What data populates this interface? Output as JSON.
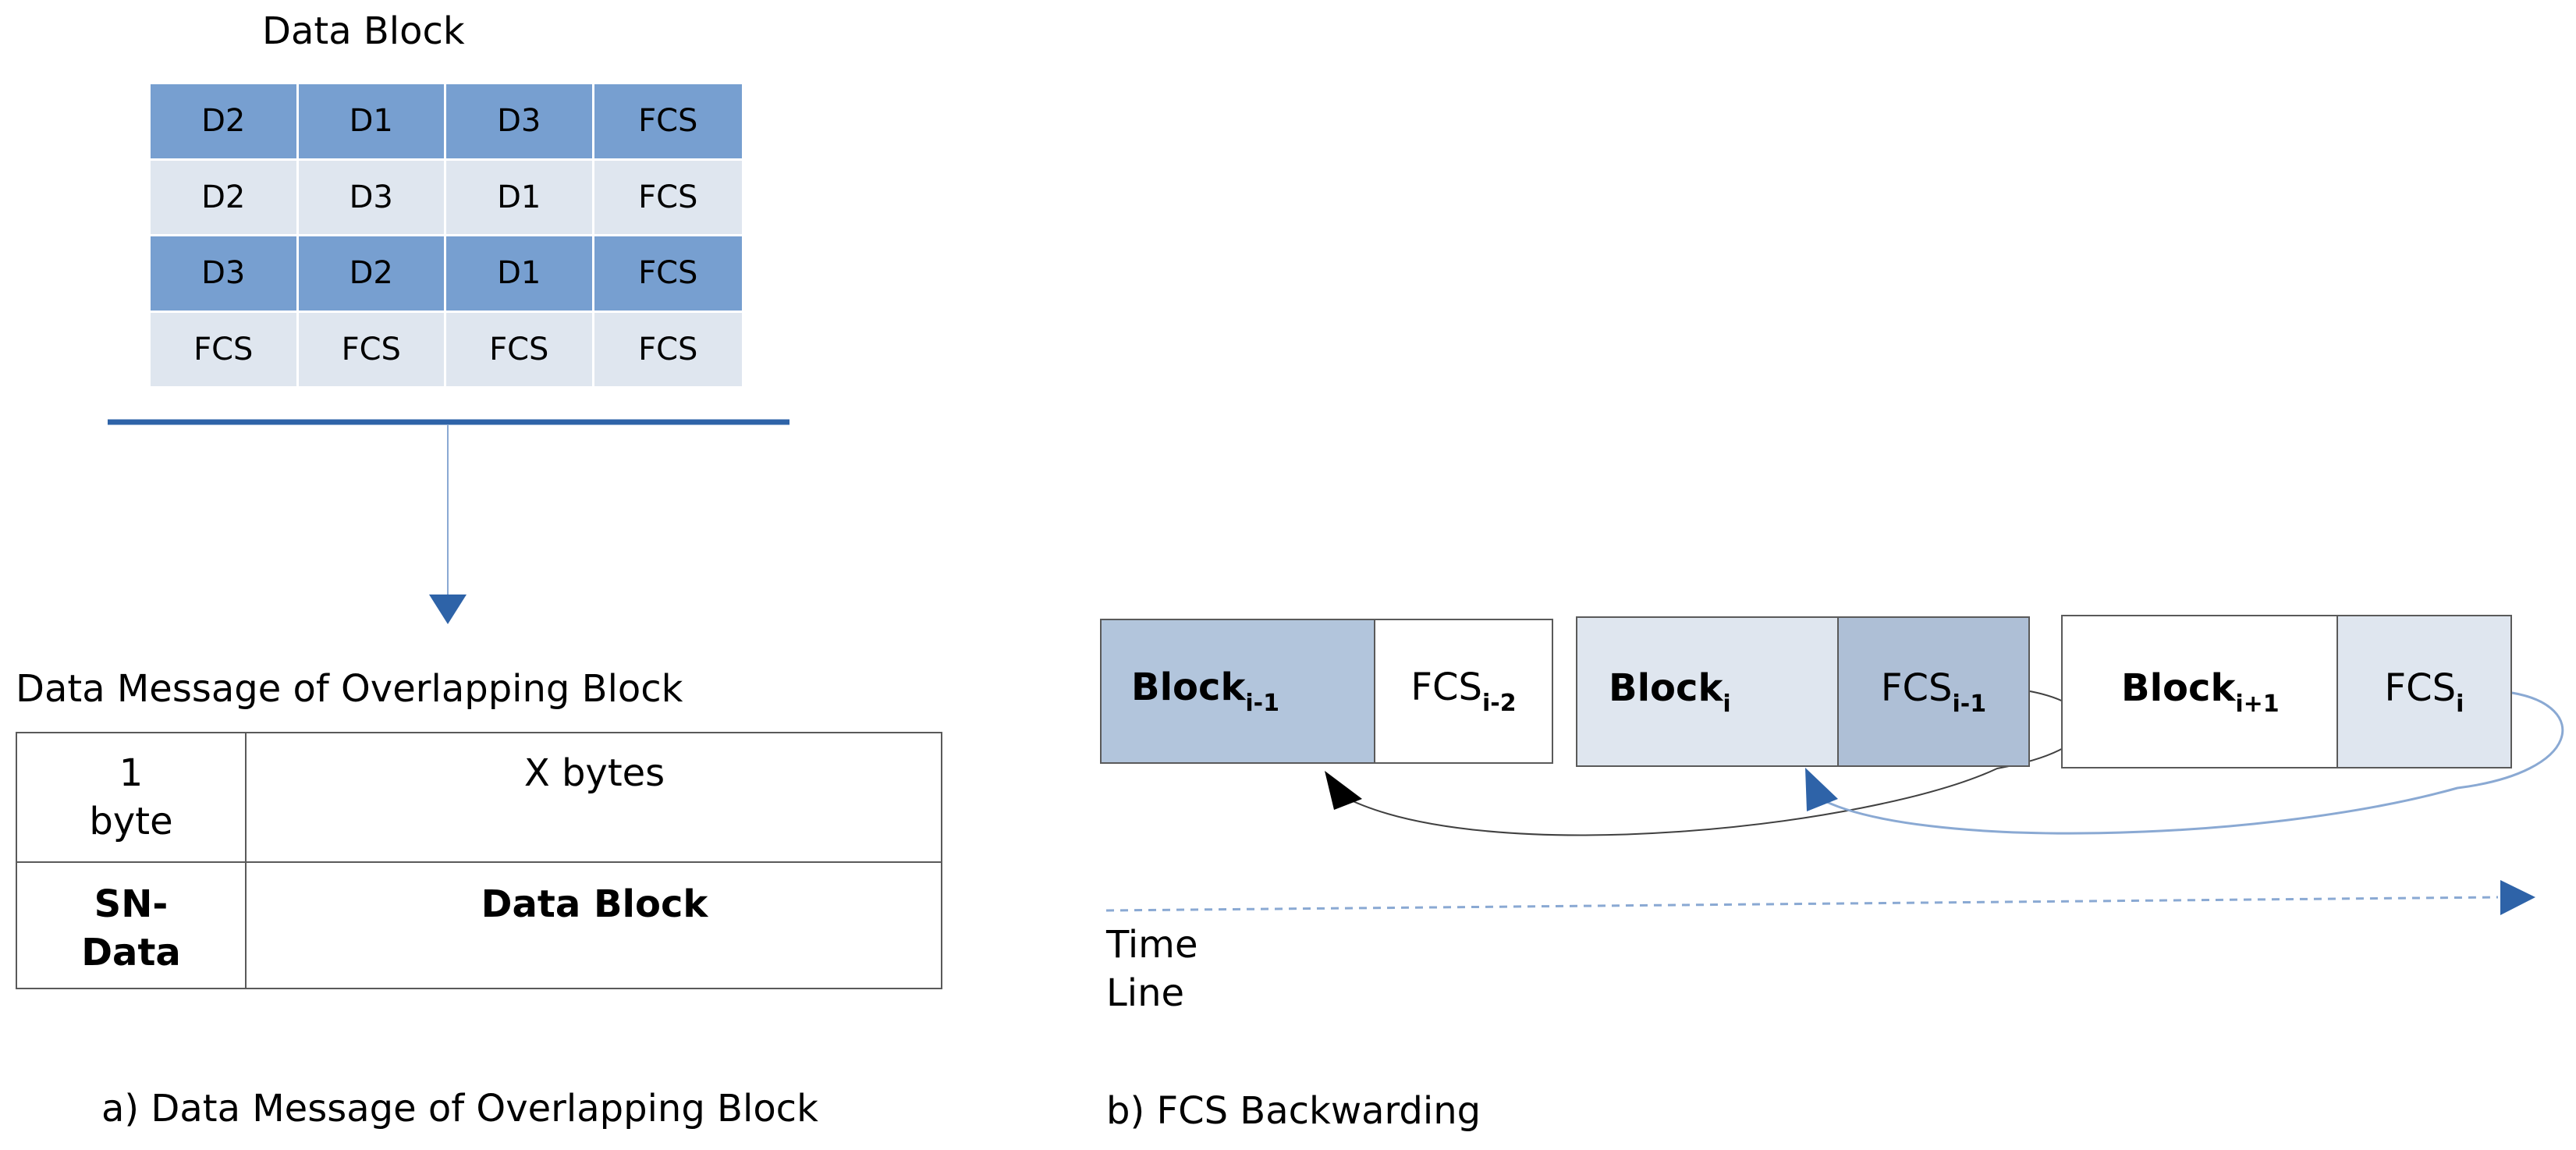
{
  "data_block": {
    "title": "Data Block",
    "rows": [
      [
        "D2",
        "D1",
        "D3",
        "FCS"
      ],
      [
        "D2",
        "D3",
        "D1",
        "FCS"
      ],
      [
        "D3",
        "D2",
        "D1",
        "FCS"
      ],
      [
        "FCS",
        "FCS",
        "FCS",
        "FCS"
      ]
    ]
  },
  "message": {
    "title": "Data Message of Overlapping Block",
    "size_sn_line1": "1",
    "size_sn_line2": "byte",
    "size_data": "X  bytes",
    "field_sn_line1": "SN-",
    "field_sn_line2": "Data",
    "field_data": "Data Block"
  },
  "backwarding": {
    "blocks": [
      {
        "base": "Block",
        "sub": "i-1",
        "fcs_base": "FCS",
        "fcs_sub": "i-2"
      },
      {
        "base": "Block",
        "sub": "i",
        "fcs_base": "FCS",
        "fcs_sub": "i-1"
      },
      {
        "base": "Block",
        "sub": "i+1",
        "fcs_base": "FCS",
        "fcs_sub": "i"
      }
    ],
    "timeline_line1": "Time",
    "timeline_line2": "Line"
  },
  "captions": {
    "a": "a) Data Message of Overlapping Block",
    "b": "b) FCS Backwarding"
  },
  "colors": {
    "grid_dark": "#779fd0",
    "grid_light": "#dfe6ef",
    "accent_blue": "#2e63a8",
    "block_dark": "#b2c5dc",
    "block_light": "#dfe6ef",
    "fcs_dark": "#aebfd6"
  }
}
